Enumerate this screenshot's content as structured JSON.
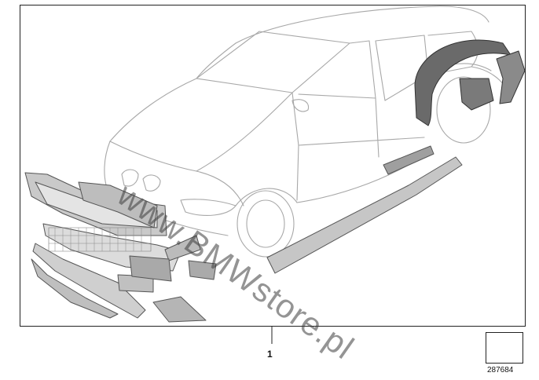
{
  "diagram": {
    "callout_number": "1",
    "watermark_text": "www.BMWstore.pl",
    "reference_number": "287684",
    "line_color": "#9a9a9a",
    "part_color": "#555555",
    "icons": [
      "direction-arrow-icon"
    ]
  }
}
